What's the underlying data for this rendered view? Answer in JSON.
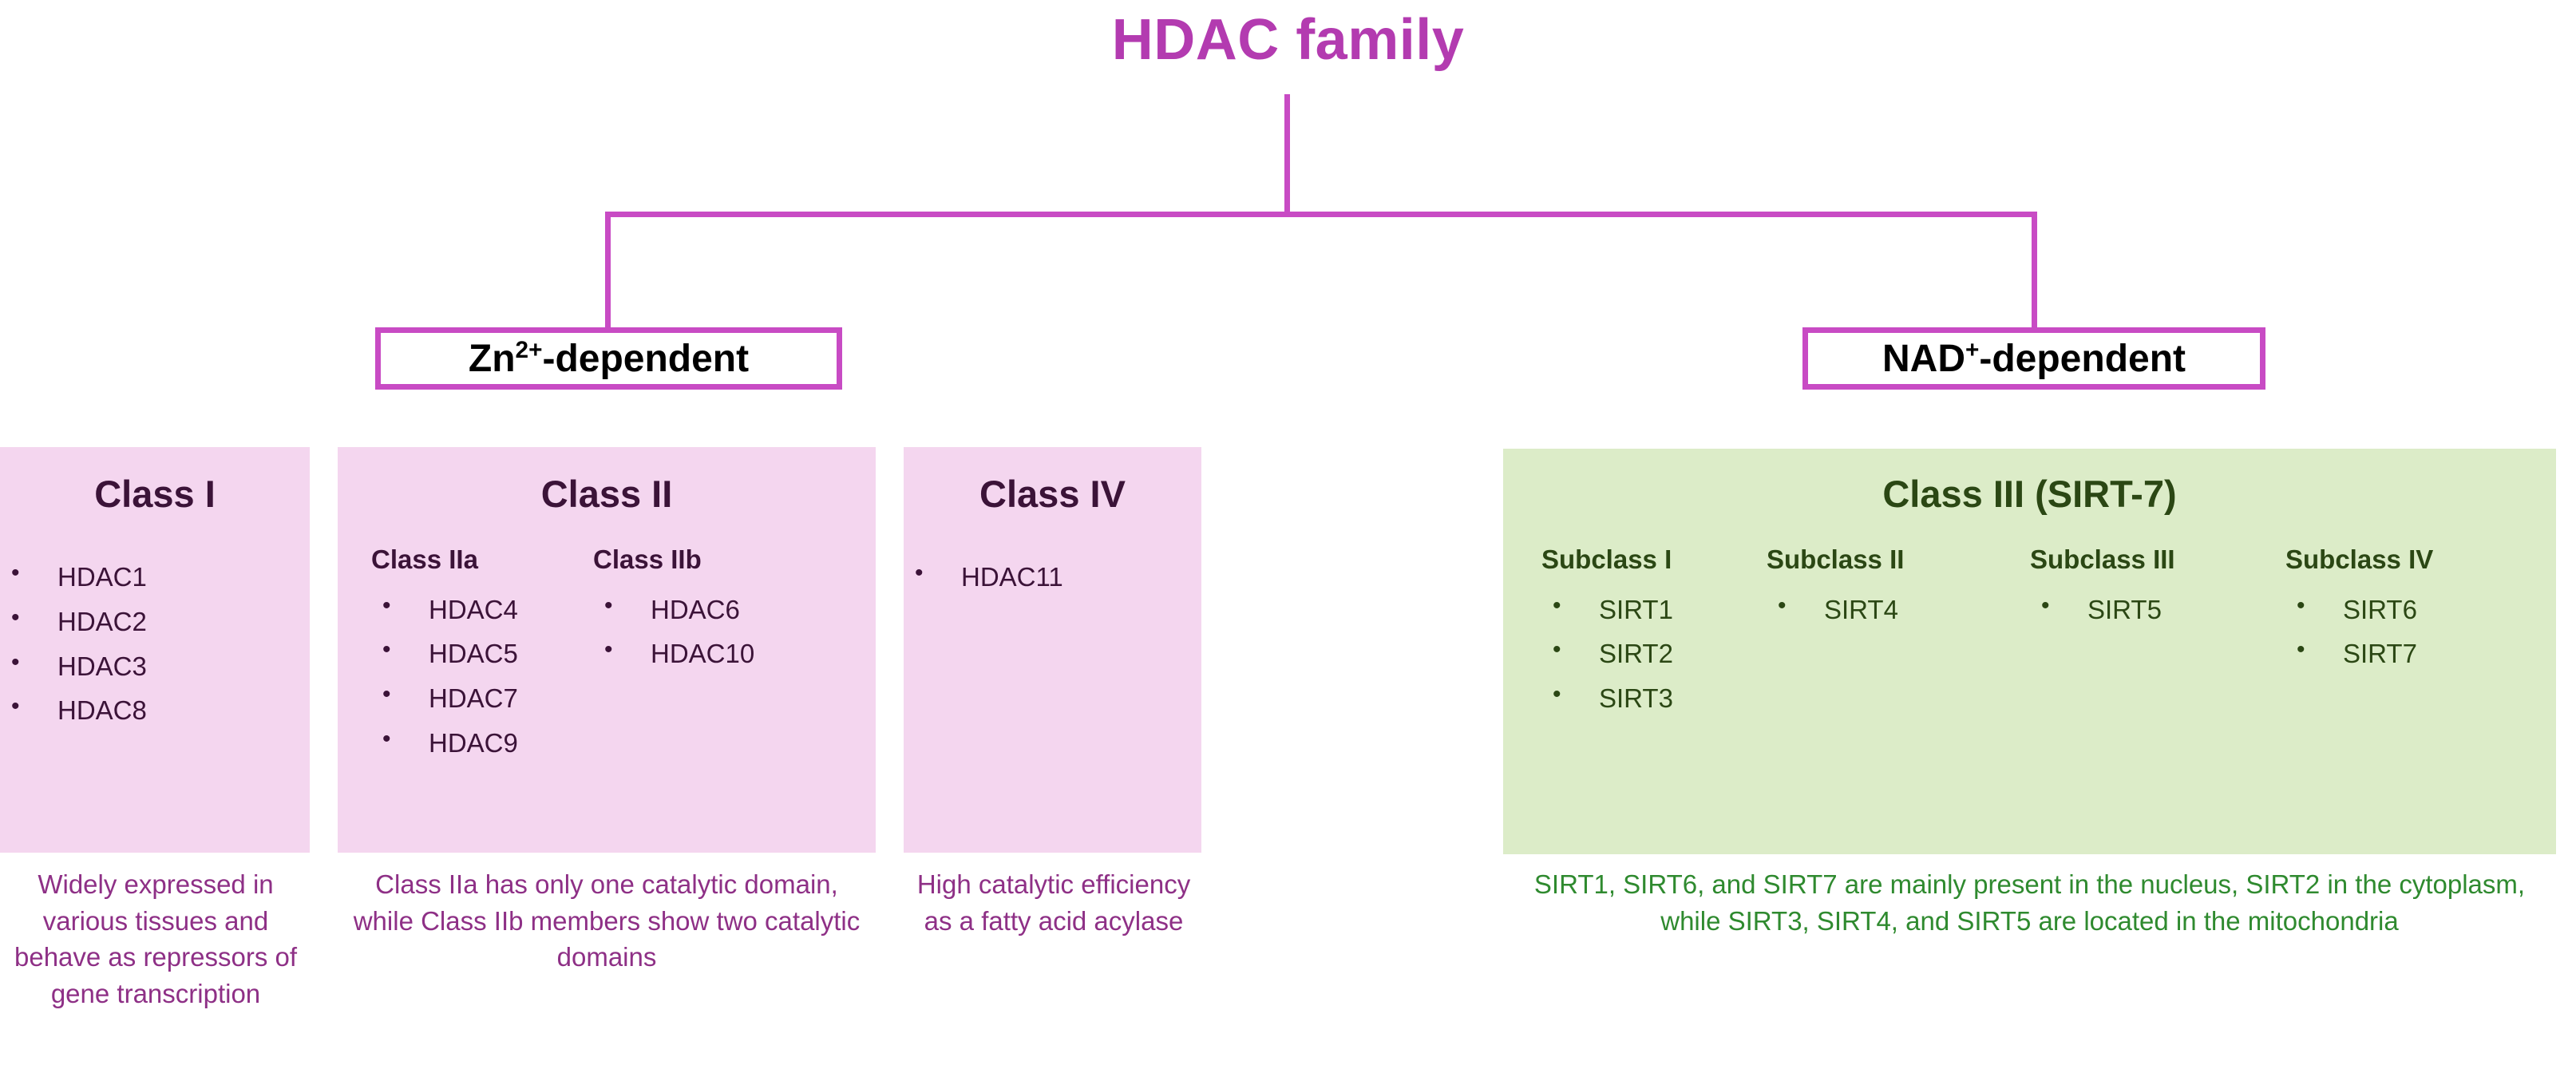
{
  "diagram": {
    "root_title": "HDAC family",
    "branches": [
      {
        "label_html": "Zn<sup>2+</sup>-dependent",
        "label_text": "Zn2+-dependent"
      },
      {
        "label_html": "NAD<sup>+</sup>-dependent",
        "label_text": "NAD+-dependent"
      }
    ],
    "classes": [
      {
        "id": "class-1",
        "title": "Class I",
        "groups": [
          {
            "heading": "",
            "members": [
              "HDAC1",
              "HDAC2",
              "HDAC3",
              "HDAC8"
            ]
          }
        ],
        "caption": "Widely expressed in various tissues and behave as repressors of gene transcription"
      },
      {
        "id": "class-2",
        "title": "Class II",
        "groups": [
          {
            "heading": "Class IIa",
            "members": [
              "HDAC4",
              "HDAC5",
              "HDAC7",
              "HDAC9"
            ]
          },
          {
            "heading": "Class IIb",
            "members": [
              "HDAC6",
              "HDAC10"
            ]
          }
        ],
        "caption": "Class IIa has only one catalytic domain, while Class IIb members show two catalytic domains"
      },
      {
        "id": "class-4",
        "title": "Class IV",
        "groups": [
          {
            "heading": "",
            "members": [
              "HDAC11"
            ]
          }
        ],
        "caption": "High catalytic efficiency as a fatty acid acylase"
      },
      {
        "id": "class-3",
        "title": "Class III (SIRT-7)",
        "groups": [
          {
            "heading": "Subclass I",
            "members": [
              "SIRT1",
              "SIRT2",
              "SIRT3"
            ]
          },
          {
            "heading": "Subclass II",
            "members": [
              "SIRT4"
            ]
          },
          {
            "heading": "Subclass III",
            "members": [
              "SIRT5"
            ]
          },
          {
            "heading": "Subclass IV",
            "members": [
              "SIRT6",
              "SIRT7"
            ]
          }
        ],
        "caption": "SIRT1, SIRT6, and SIRT7 are mainly present in the nucleus, SIRT2 in the cytoplasm, while SIRT3, SIRT4, and SIRT5 are located in the mitochondria"
      }
    ],
    "colors": {
      "title_purple": "#b33bb0",
      "connector_purple": "#c84bc4",
      "pink_panel_bg": "#f4d6ef",
      "green_panel_bg": "#dcecc8",
      "pink_text": "#3b1338",
      "green_text": "#2b4714",
      "caption_purple": "#8e3086",
      "caption_green": "#2f8a2f"
    }
  }
}
